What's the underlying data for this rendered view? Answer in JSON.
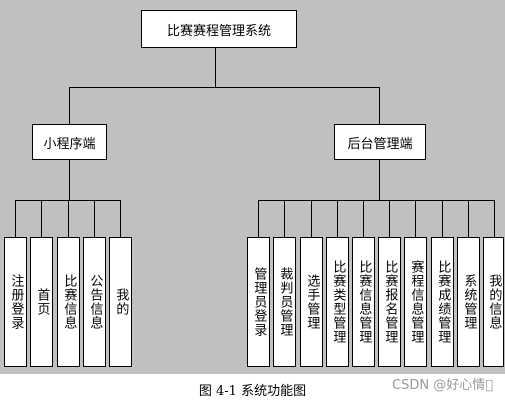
{
  "diagram": {
    "root": "比赛赛程管理系统",
    "branches": [
      {
        "label": "小程序端",
        "children": [
          "注册登录",
          "首页",
          "比赛信息",
          "公告信息",
          "我的"
        ]
      },
      {
        "label": "后台管理端",
        "children": [
          "管理员登录",
          "裁判员管理",
          "选手管理",
          "比赛类型管理",
          "比赛信息管理",
          "比赛报名管理",
          "赛程信息管理",
          "比赛成绩管理",
          "系统管理",
          "我的信息"
        ]
      }
    ]
  },
  "caption": "图 4-1 系统功能图",
  "watermark": "CSDN @好心情\u0000"
}
